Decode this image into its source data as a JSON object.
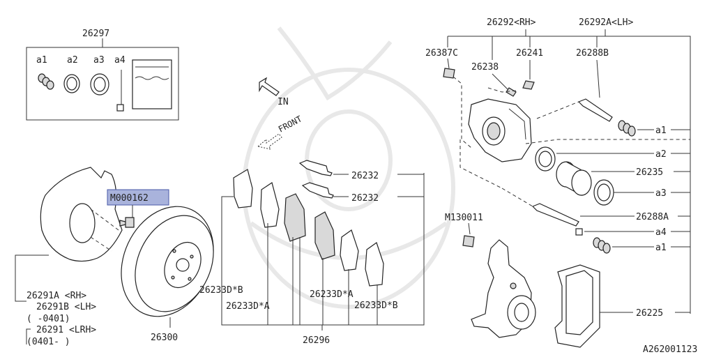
{
  "labels": {
    "kit": "26297",
    "a1": "a1",
    "a2": "a2",
    "a3": "a3",
    "a4": "a4",
    "caliper_rh": "26292<RH>",
    "caliper_lh": "26292A<LH>",
    "bolt_26387c": "26387C",
    "bleeder_26241": "26241",
    "cap_26238": "26238",
    "pin_26288b": "26288B",
    "pin_26288a": "26288A",
    "piston_seal_a1": "a1",
    "seal_a2": "a2",
    "piston_26235": "26235",
    "boot_a3": "a3",
    "a4_right": "a4",
    "a1_right": "a1",
    "clip_upper": "26232",
    "clip_lower": "26232",
    "bolt_m000162": "M000162",
    "bolt_m130011": "M130011",
    "shield_rh": "26291A <RH>",
    "shield_lh": "26291B <LH>",
    "shield_date1": "(    -0401)",
    "shield_lrh": "26291  <LRH>",
    "shield_date2": "(0401-    )",
    "rotor": "26300",
    "pad_b_left": "26233D*B",
    "pad_a_left": "26233D*A",
    "pad_a_right": "26233D*A",
    "pad_b_right": "26233D*B",
    "pad_set": "26296",
    "support": "26225",
    "arrow_in": "IN",
    "arrow_front": "FRONT",
    "diagram_id": "A262001123"
  }
}
